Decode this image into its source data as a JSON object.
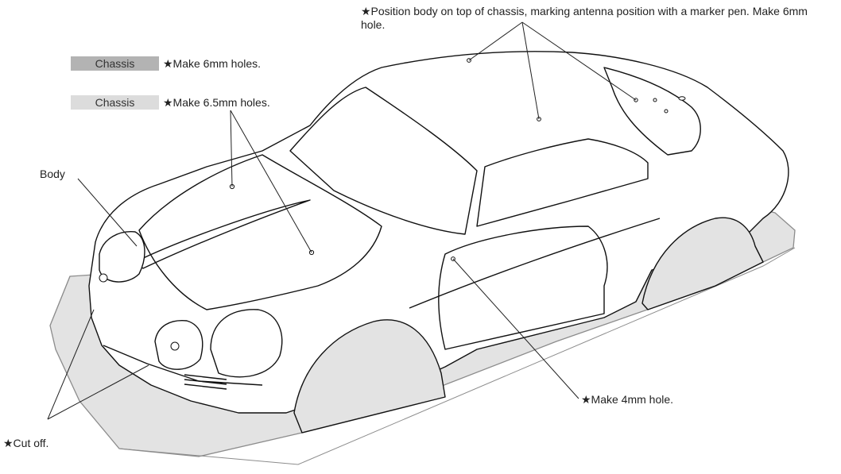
{
  "legend": [
    {
      "swatch_label": "Chassis",
      "note": "★Make 6mm holes.",
      "swatch_color": "#b3b3b3"
    },
    {
      "swatch_label": "Chassis",
      "note": "★Make 6.5mm holes.",
      "swatch_color": "#dcdcdc"
    }
  ],
  "callouts": {
    "antenna_line1": "★Position body on top of chassis, marking antenna position with a marker pen. Make 6mm",
    "antenna_line2": "hole.",
    "body": "Body",
    "door_hole": "★Make 4mm hole.",
    "cut_off": "★Cut off."
  },
  "colors": {
    "chassis_fill": "#e3e3e3",
    "chassis_stroke": "#8c8c8c",
    "outline": "#111111"
  }
}
